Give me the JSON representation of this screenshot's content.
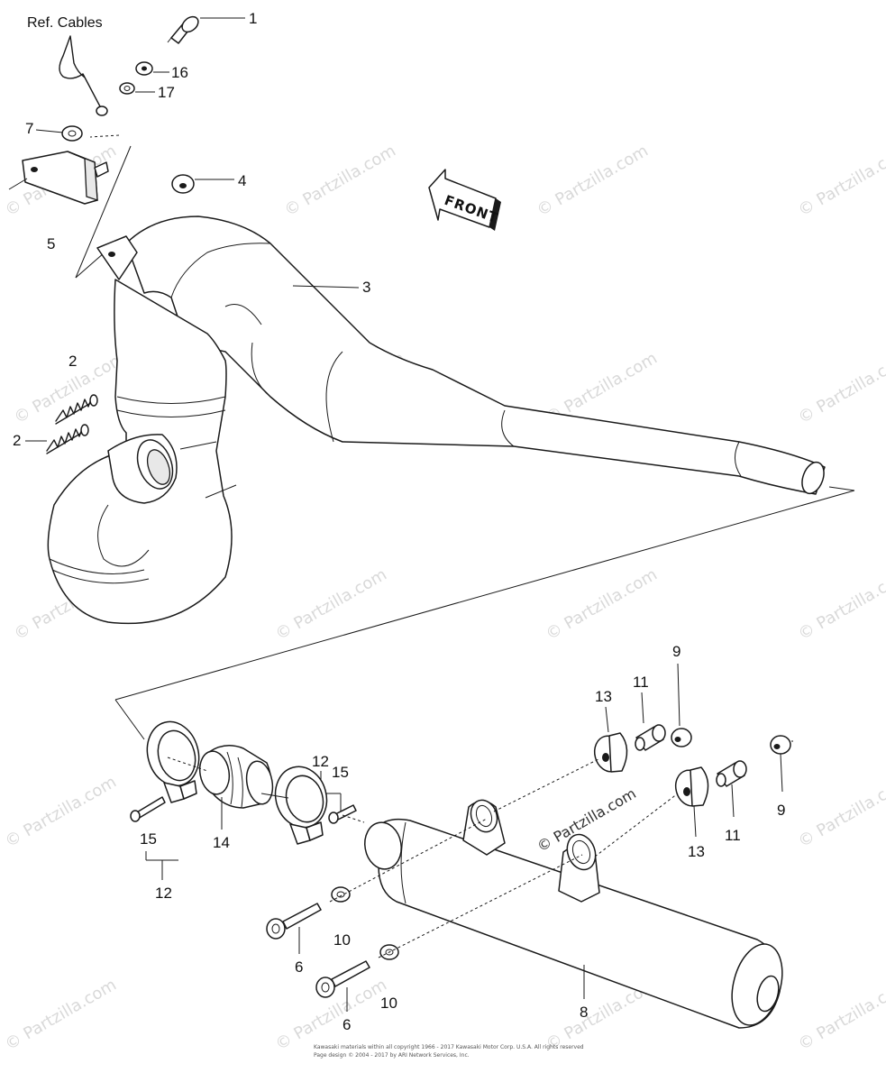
{
  "diagram": {
    "ref_label": "Ref. Cables",
    "front_label": "FRONT",
    "watermark_text": "© Partzilla.com",
    "copyright_line1": "Kawasaki materials within all copyright 1966 - 2017 Kawasaki Motor Corp. U.S.A. All rights reserved",
    "copyright_line2": "Page design © 2004 - 2017 by ARI Network Services, Inc.",
    "callouts": {
      "c1": "1",
      "c16": "16",
      "c17": "17",
      "c7": "7",
      "c4": "4",
      "c5": "5",
      "c3": "3",
      "c2a": "2",
      "c2b": "2",
      "c12a": "12",
      "c15a": "15",
      "c15b": "15",
      "c12b": "12",
      "c14": "14",
      "c13a": "13",
      "c11a": "11",
      "c9a": "9",
      "c9b": "9",
      "c11b": "11",
      "c13b": "13",
      "c10a": "10",
      "c10b": "10",
      "c6a": "6",
      "c6b": "6",
      "c8": "8"
    }
  }
}
